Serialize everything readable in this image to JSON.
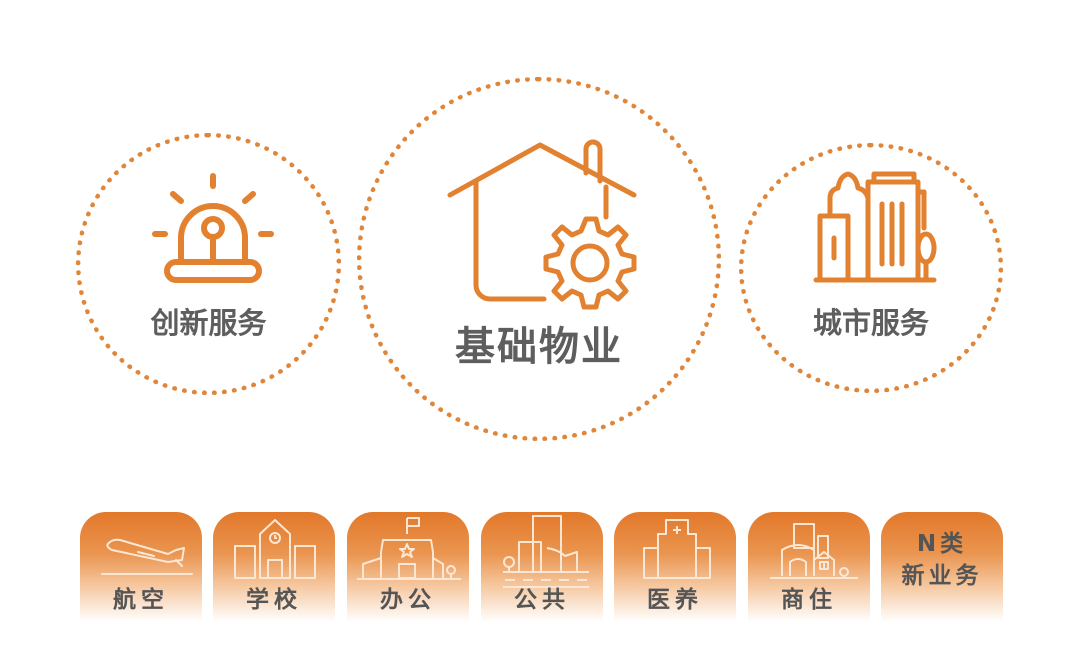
{
  "colors": {
    "accent": "#e0863a",
    "icon_stroke": "#e2812f",
    "label_text": "#5e5e5e",
    "card_gradient_top": "#e2782a",
    "card_icon_stroke": "#fbe7d4",
    "background": "#ffffff"
  },
  "circles": [
    {
      "id": "innovation",
      "label": "创新服务",
      "icon": "alarm-beacon-icon"
    },
    {
      "id": "basic-property",
      "label": "基础物业",
      "icon": "house-gear-icon"
    },
    {
      "id": "city",
      "label": "城市服务",
      "icon": "city-buildings-icon"
    }
  ],
  "cards": [
    {
      "label": "航空",
      "icon": "airplane-takeoff-icon"
    },
    {
      "label": "学校",
      "icon": "school-building-icon"
    },
    {
      "label": "办公",
      "icon": "office-building-flag-icon"
    },
    {
      "label": "公共",
      "icon": "public-buildings-road-icon"
    },
    {
      "label": "医养",
      "icon": "hospital-icon"
    },
    {
      "label": "商住",
      "icon": "commercial-residential-icon"
    },
    {
      "label_line1": "N类",
      "label_line2": "新业务",
      "icon": null
    }
  ]
}
